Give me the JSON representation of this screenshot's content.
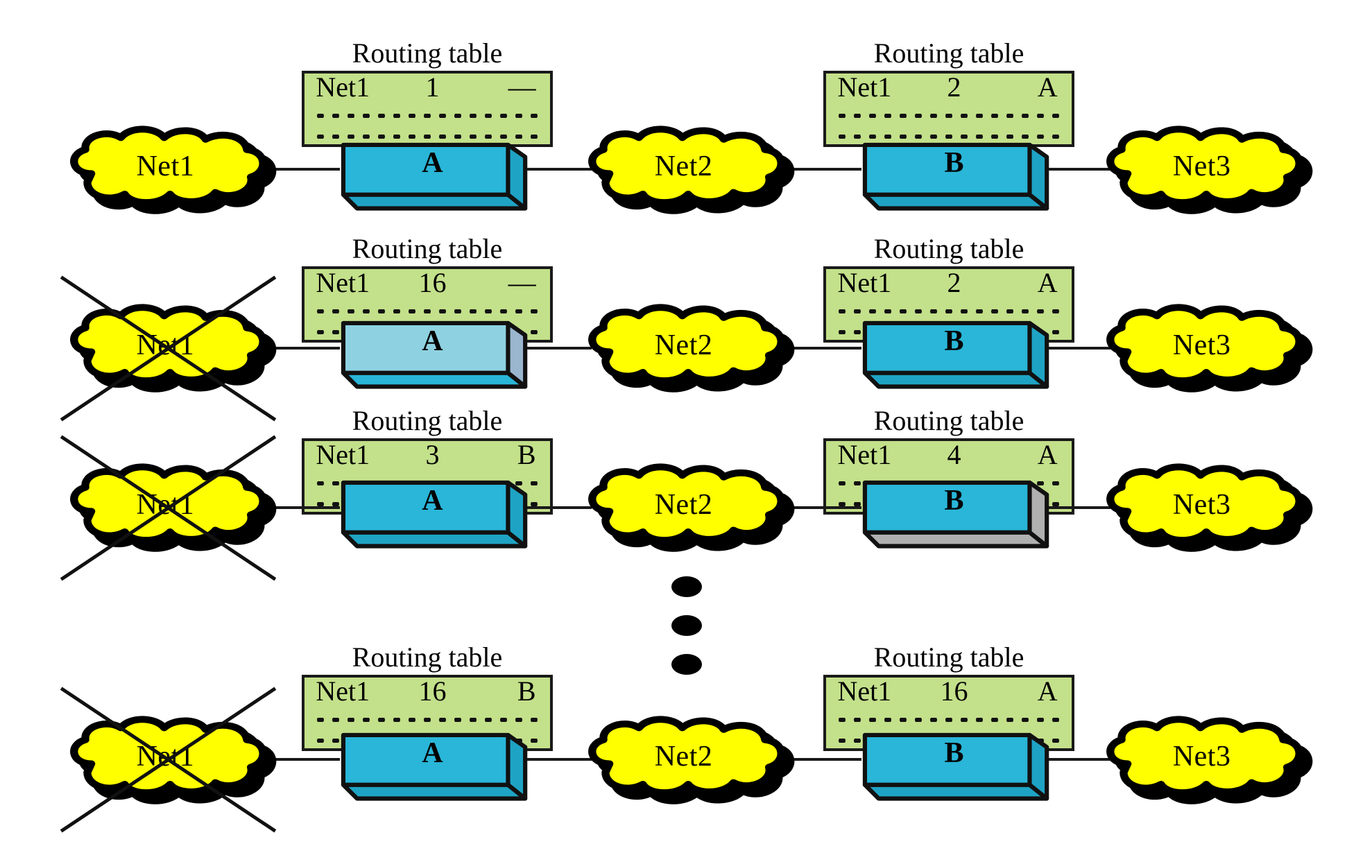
{
  "diagram": {
    "title": "RIP count-to-infinity routing table convergence",
    "colors": {
      "cloud_fill": "#ffff00",
      "cloud_stroke": "#000000",
      "table_fill": "#c3e08a",
      "table_stroke": "#1a1a1a",
      "router_fill": "#29b6d8",
      "router_fill_faded": "#8ed2e2",
      "router_side_shadow": "#b0b0b0",
      "link_stroke": "#1a1a1a"
    },
    "table_title": "Routing table",
    "ellipsis_dots": 3,
    "rows": [
      {
        "id": "row-1",
        "net1_label": "Net1",
        "net1_down": false,
        "left_table": {
          "network": "Net1",
          "hops": "1",
          "next_hop": "—"
        },
        "router_a_label": "A",
        "router_a_state": "normal",
        "net2_label": "Net2",
        "right_table": {
          "network": "Net1",
          "hops": "2",
          "next_hop": "A"
        },
        "router_b_label": "B",
        "router_b_state": "normal",
        "net3_label": "Net3"
      },
      {
        "id": "row-2",
        "net1_label": "Net1",
        "net1_down": true,
        "left_table": {
          "network": "Net1",
          "hops": "16",
          "next_hop": "—"
        },
        "router_a_label": "A",
        "router_a_state": "faded",
        "net2_label": "Net2",
        "right_table": {
          "network": "Net1",
          "hops": "2",
          "next_hop": "A"
        },
        "router_b_label": "B",
        "router_b_state": "normal",
        "net3_label": "Net3"
      },
      {
        "id": "row-3",
        "net1_label": "Net1",
        "net1_down": true,
        "left_table": {
          "network": "Net1",
          "hops": "3",
          "next_hop": "B"
        },
        "router_a_label": "A",
        "router_a_state": "normal",
        "net2_label": "Net2",
        "right_table": {
          "network": "Net1",
          "hops": "4",
          "next_hop": "A"
        },
        "router_b_label": "B",
        "router_b_state": "highlighted",
        "net3_label": "Net3"
      },
      {
        "id": "row-4",
        "net1_label": "Net1",
        "net1_down": true,
        "left_table": {
          "network": "Net1",
          "hops": "16",
          "next_hop": "B"
        },
        "router_a_label": "A",
        "router_a_state": "normal",
        "net2_label": "Net2",
        "right_table": {
          "network": "Net1",
          "hops": "16",
          "next_hop": "A"
        },
        "router_b_label": "B",
        "router_b_state": "normal",
        "net3_label": "Net3"
      }
    ]
  }
}
